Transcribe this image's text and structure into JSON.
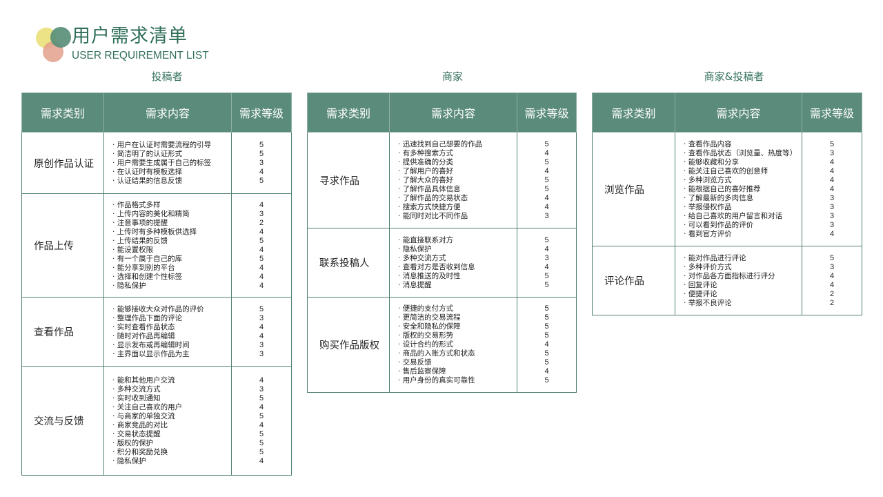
{
  "header": {
    "title_zh": "用户需求清单",
    "title_en": "USER REQUIREMENT LIST"
  },
  "colors": {
    "accent": "#5a8b7b",
    "title": "#2f6e57",
    "border": "#4f7f6f"
  },
  "columns": {
    "category": "需求类别",
    "content": "需求内容",
    "level": "需求等级"
  },
  "groups": [
    {
      "label": "投稿者",
      "rows": [
        {
          "category": "原创作品认证",
          "items": [
            "用户在认证时需要流程的引导",
            "简洁明了的认证形式",
            "用户需要生成属于自己的标签",
            "在认证时有模板选择",
            "认证结果的信息反馈"
          ],
          "levels": [
            "5",
            "5",
            "3",
            "4",
            "5"
          ]
        },
        {
          "category": "作品上传",
          "items": [
            "作品格式多样",
            "上传内容的美化和精简",
            "注意事项的提醒",
            "上传时有多种模板供选择",
            "上传结果的反馈",
            "能设置权限",
            "有一个属于自己的库",
            "能分享到别的平台",
            "选择和创建个性标签",
            "隐私保护"
          ],
          "levels": [
            "4",
            "3",
            "2",
            "4",
            "5",
            "4",
            "5",
            "4",
            "4",
            "4"
          ]
        },
        {
          "category": "查看作品",
          "items": [
            "能够接收大众对作品的评价",
            "整理作品下面的评论",
            "实时查看作品状态",
            "随时对作品再编辑",
            "显示发布或再编辑时间",
            "主界面以显示作品为主"
          ],
          "levels": [
            "5",
            "3",
            "4",
            "4",
            "3",
            "3"
          ]
        },
        {
          "category": "交流与反馈",
          "items": [
            "能和其他用户交流",
            "多种交流方式",
            "实时收到通知",
            "关注自己喜欢的用户",
            "与商家的单独交流",
            "商家竞品的对比",
            "交易状态提醒",
            "版权的保护",
            "积分和奖励兑换",
            "隐私保护"
          ],
          "levels": [
            "4",
            "3",
            "5",
            "4",
            "5",
            "4",
            "5",
            "5",
            "5",
            "4"
          ]
        }
      ]
    },
    {
      "label": "商家",
      "rows": [
        {
          "category": "寻求作品",
          "items": [
            "迅速找到自己想要的作品",
            "有多种搜索方式",
            "提供准确的分类",
            "了解用户的喜好",
            "了解大众的喜好",
            "了解作品具体信息",
            "了解作品的交易状态",
            "搜索方式快捷方便",
            "能同时对比不同作品"
          ],
          "levels": [
            "5",
            "4",
            "5",
            "4",
            "5",
            "5",
            "4",
            "4",
            "3"
          ]
        },
        {
          "category": "联系投稿人",
          "items": [
            "能直接联系对方",
            "隐私保护",
            "多种交流方式",
            "查看对方是否收到信息",
            "消息推送的及时性",
            "消息提醒"
          ],
          "levels": [
            "5",
            "4",
            "3",
            "4",
            "5",
            "5"
          ]
        },
        {
          "category": "购买作品版权",
          "items": [
            "便捷的支付方式",
            "更简洁的交易流程",
            "安全和隐私的保障",
            "版权的交易形势",
            "设计合约的形式",
            "商品的入账方式和状态",
            "交易反馈",
            "售后监察保障",
            "用户身份的真实可靠性"
          ],
          "levels": [
            "5",
            "5",
            "5",
            "5",
            "4",
            "5",
            "5",
            "4",
            "5"
          ]
        }
      ]
    },
    {
      "label": "商家&投稿者",
      "rows": [
        {
          "category": "浏览作品",
          "items": [
            "查看作品内容",
            "查看作品状态（浏览量、热度等）",
            "能够收藏和分享",
            "能关注自己喜欢的创意师",
            "多种浏览方式",
            "能根据自己的喜好推荐",
            "了解最新的多肉信息",
            "举报侵权作品",
            "给自己喜欢的用户留言和对话",
            "可以看到作品的评价",
            "看到官方评价"
          ],
          "levels": [
            "5",
            "3",
            "4",
            "4",
            "4",
            "4",
            "3",
            "3",
            "3",
            "3",
            "4"
          ]
        },
        {
          "category": "评论作品",
          "items": [
            "能对作品进行评论",
            "多种评价方式",
            "对作品各方面指标进行评分",
            "回复评论",
            "便捷评论",
            "举报不良评论"
          ],
          "levels": [
            "5",
            "3",
            "4",
            "4",
            "2",
            "2"
          ]
        }
      ]
    }
  ]
}
